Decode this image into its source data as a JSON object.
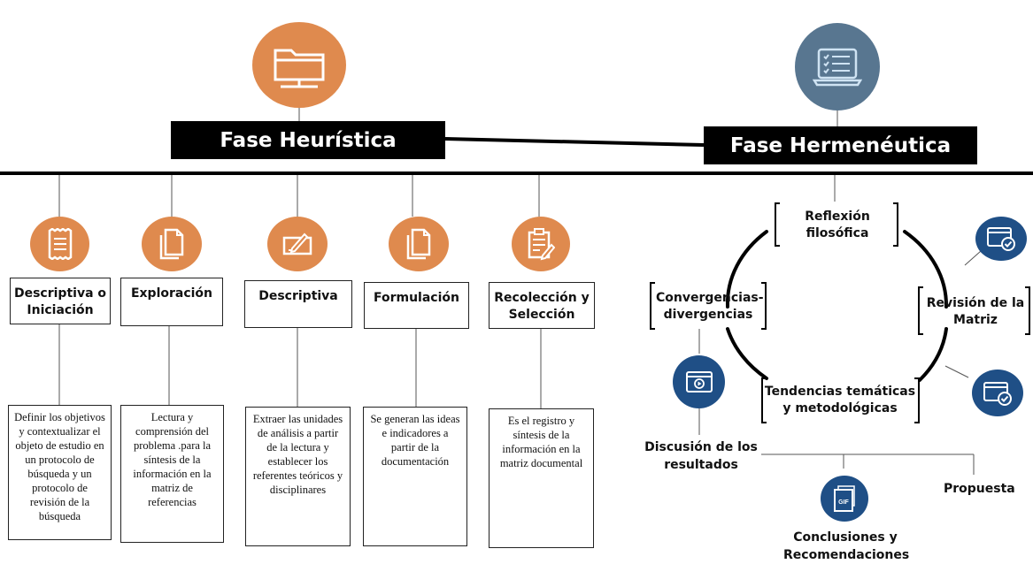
{
  "phases": {
    "heuristic": "Fase Heurística",
    "hermeneutic": "Fase Hermenéutica"
  },
  "steps": [
    {
      "title": "Descriptiva o Iniciación",
      "desc": "Definir los objetivos y contextualizar el objeto de estudio en un protocolo de búsqueda y un protocolo de revisión de la búsqueda",
      "icon": "receipt-icon"
    },
    {
      "title": "Exploración",
      "desc": "Lectura y comprensión del problema .para la síntesis de la información en la matriz de referencias",
      "icon": "documents-icon"
    },
    {
      "title": "Descriptiva",
      "desc": "Extraer las unidades de análisis a partir de la lectura y establecer los referentes teóricos y disciplinares",
      "icon": "pen-card-icon"
    },
    {
      "title": "Formulación",
      "desc": "Se generan las ideas e indicadores a partir de la documentación",
      "icon": "documents-icon"
    },
    {
      "title": "Recolección y Selección",
      "desc": "Es el registro y síntesis de la información en la matriz documental",
      "icon": "clipboard-pen-icon"
    }
  ],
  "cycle": {
    "top": "Reflexión filosófica",
    "right": "Revisión de la Matriz",
    "bottom": "Tendencias temáticas y metodológicas",
    "left": "Convergencias-divergencias"
  },
  "outcomes": {
    "discussion": "Discusión de los resultados",
    "proposal": "Propuesta",
    "conclusions": "Conclusiones y Recomendaciones",
    "gif_label": "GIF"
  },
  "colors": {
    "orange": "#df8a4e",
    "steel": "#587690",
    "navy": "#1f4f86"
  },
  "icons": {
    "heuristic": "folder-network-icon",
    "hermeneutic": "laptop-checklist-icon"
  }
}
